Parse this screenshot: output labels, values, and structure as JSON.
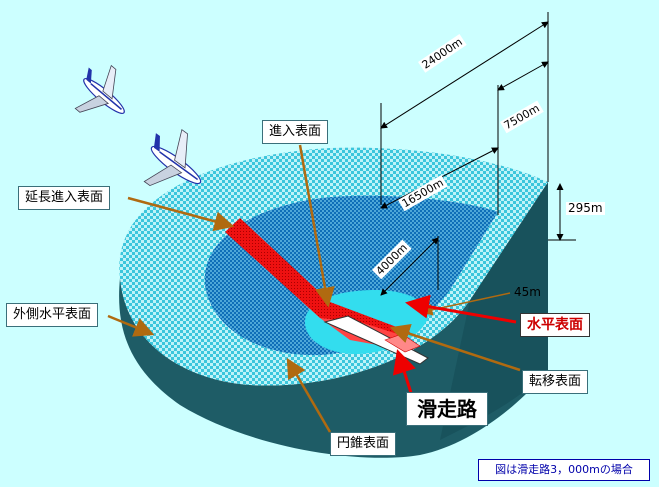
{
  "labels": {
    "approach_surface": "進入表面",
    "extended_approach_surface": "延長進入表面",
    "outer_horizontal_surface": "外側水平表面",
    "horizontal_surface": "水平表面",
    "transitional_surface": "転移表面",
    "runway": "滑走路",
    "conical_surface": "円錐表面"
  },
  "dimensions": {
    "d24000": "24000m",
    "d16500": "16500m",
    "d7500": "7500m",
    "d4000": "4000m",
    "h295": "295m",
    "h45": "45m"
  },
  "note": "図は滑走路3，000mの場合",
  "colors": {
    "background": "#ccffff",
    "outer_surface": "#5fd0e0",
    "conical_surface": "#1b8fd0",
    "horizontal_surface": "#33ddee",
    "approach_surface": "#ee1111",
    "side_wall": "#1e5c66",
    "leader_line": "#b06a10",
    "callout_arrow": "#ee0000"
  }
}
